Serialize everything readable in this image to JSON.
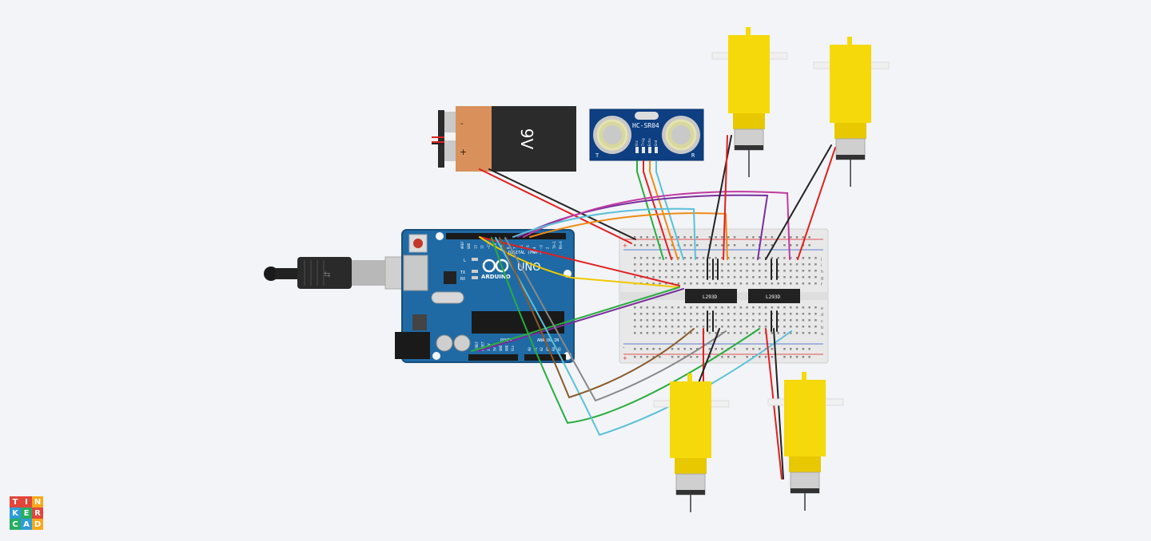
{
  "brand": {
    "logo_letters": [
      "T",
      "I",
      "N",
      "K",
      "E",
      "R",
      "C",
      "A",
      "D"
    ],
    "logo_colors": [
      "#e2463a",
      "#e2463a",
      "#f7a81b",
      "#2d9cdb",
      "#27ae60",
      "#e2463a",
      "#27ae60",
      "#2d9cdb",
      "#f7a81b"
    ]
  },
  "battery": {
    "label": "9V",
    "minus": "-",
    "plus": "+"
  },
  "sensor": {
    "label": "HC-SR04",
    "t": "T",
    "r": "R",
    "pins": [
      "Vcc",
      "Trig",
      "Echo",
      "Gnd"
    ]
  },
  "arduino": {
    "brand": "ARDUINO",
    "model": "UNO",
    "digital": "DIGITAL (PWM~)",
    "power": "POWER",
    "analog": "ANALOG IN",
    "led_l": "L",
    "led_tx": "TX",
    "led_rx": "RX",
    "digital_pins": [
      "AREF",
      "GND",
      "13",
      "12",
      "~11",
      "~10",
      "~9",
      "8",
      "7",
      "~6",
      "~5",
      "4",
      "~3",
      "2",
      "TX→1",
      "RX←0"
    ],
    "power_pins": [
      "IOREF",
      "RESET",
      "3.3V",
      "5V",
      "GND",
      "GND",
      "Vin"
    ],
    "analog_pins": [
      "A0",
      "A1",
      "A2",
      "A3",
      "A4",
      "A5"
    ]
  },
  "breadboard": {
    "chip1": "L293D",
    "chip2": "L293D",
    "row_letters_top": [
      "j",
      "i",
      "h",
      "g",
      "f"
    ],
    "row_letters_bottom": [
      "e",
      "d",
      "c",
      "b",
      "a"
    ],
    "rail_minus": "-",
    "rail_plus": "+"
  },
  "colors": {
    "background": "#f2f4f7",
    "arduino": "#1f6aa5",
    "battery_orange": "#d9905a",
    "battery_dark": "#2b2b2b",
    "sensor": "#0d3f82",
    "motor": "#f5d90a",
    "breadboard": "#e8e8e8",
    "wire_red": "#e02020",
    "wire_black": "#222222",
    "wire_green": "#2aac3f",
    "wire_orange": "#f08a14",
    "wire_cyan": "#5bc0d8",
    "wire_purple": "#7a2e9e",
    "wire_magenta": "#c23aa0",
    "wire_yellow": "#f0c800",
    "wire_brown": "#8b5a2b",
    "wire_gray": "#888888"
  }
}
